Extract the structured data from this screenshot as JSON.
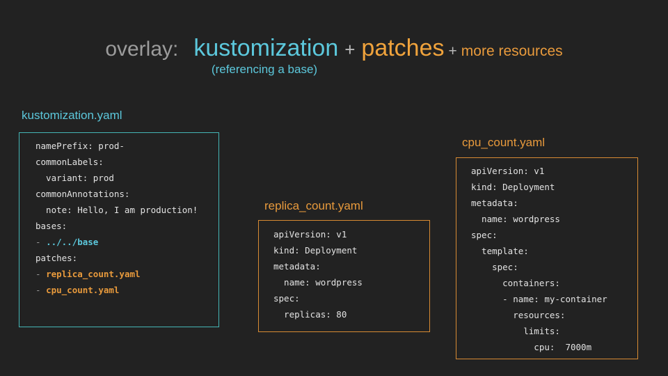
{
  "slide": {
    "background_color": "#222222",
    "title": {
      "overlay_label": "overlay:",
      "term_kustomization": "kustomization",
      "plus_1": "+",
      "term_patches": "patches",
      "plus_2": "+",
      "term_more_resources": "more resources",
      "subtitle": "(referencing a base)",
      "colors": {
        "overlay_label": "#9c9c9c",
        "kustomization": "#5cc8dc",
        "patches": "#f0a33c",
        "more_resources": "#e89a3c",
        "plus": "#b9b9b9",
        "subtitle": "#5cc8dc"
      }
    },
    "panels": [
      {
        "id": "kustomization",
        "title": "kustomization.yaml",
        "title_color": "#5cc8dc",
        "border_color": "#45b6b6",
        "code": "namePrefix: prod-\ncommonLabels:\n  variant: prod\ncommonAnnotations:\n  note: Hello, I am production!\nbases:\n- ../../base\npatches:\n- replica_count.yaml\n- cpu_count.yaml"
      },
      {
        "id": "replica_count",
        "title": "replica_count.yaml",
        "title_color": "#e89a3c",
        "border_color": "#d88b33",
        "code": "apiVersion: v1\nkind: Deployment\nmetadata:\n  name: wordpress\nspec:\n  replicas: 80"
      },
      {
        "id": "cpu_count",
        "title": "cpu_count.yaml",
        "title_color": "#e89a3c",
        "border_color": "#d88b33",
        "code": "apiVersion: v1\nkind: Deployment\nmetadata:\n  name: wordpress\nspec:\n  template:\n    spec:\n      containers:\n      - name: my-container\n        resources:\n          limits:\n            cpu:  7000m"
      }
    ]
  }
}
